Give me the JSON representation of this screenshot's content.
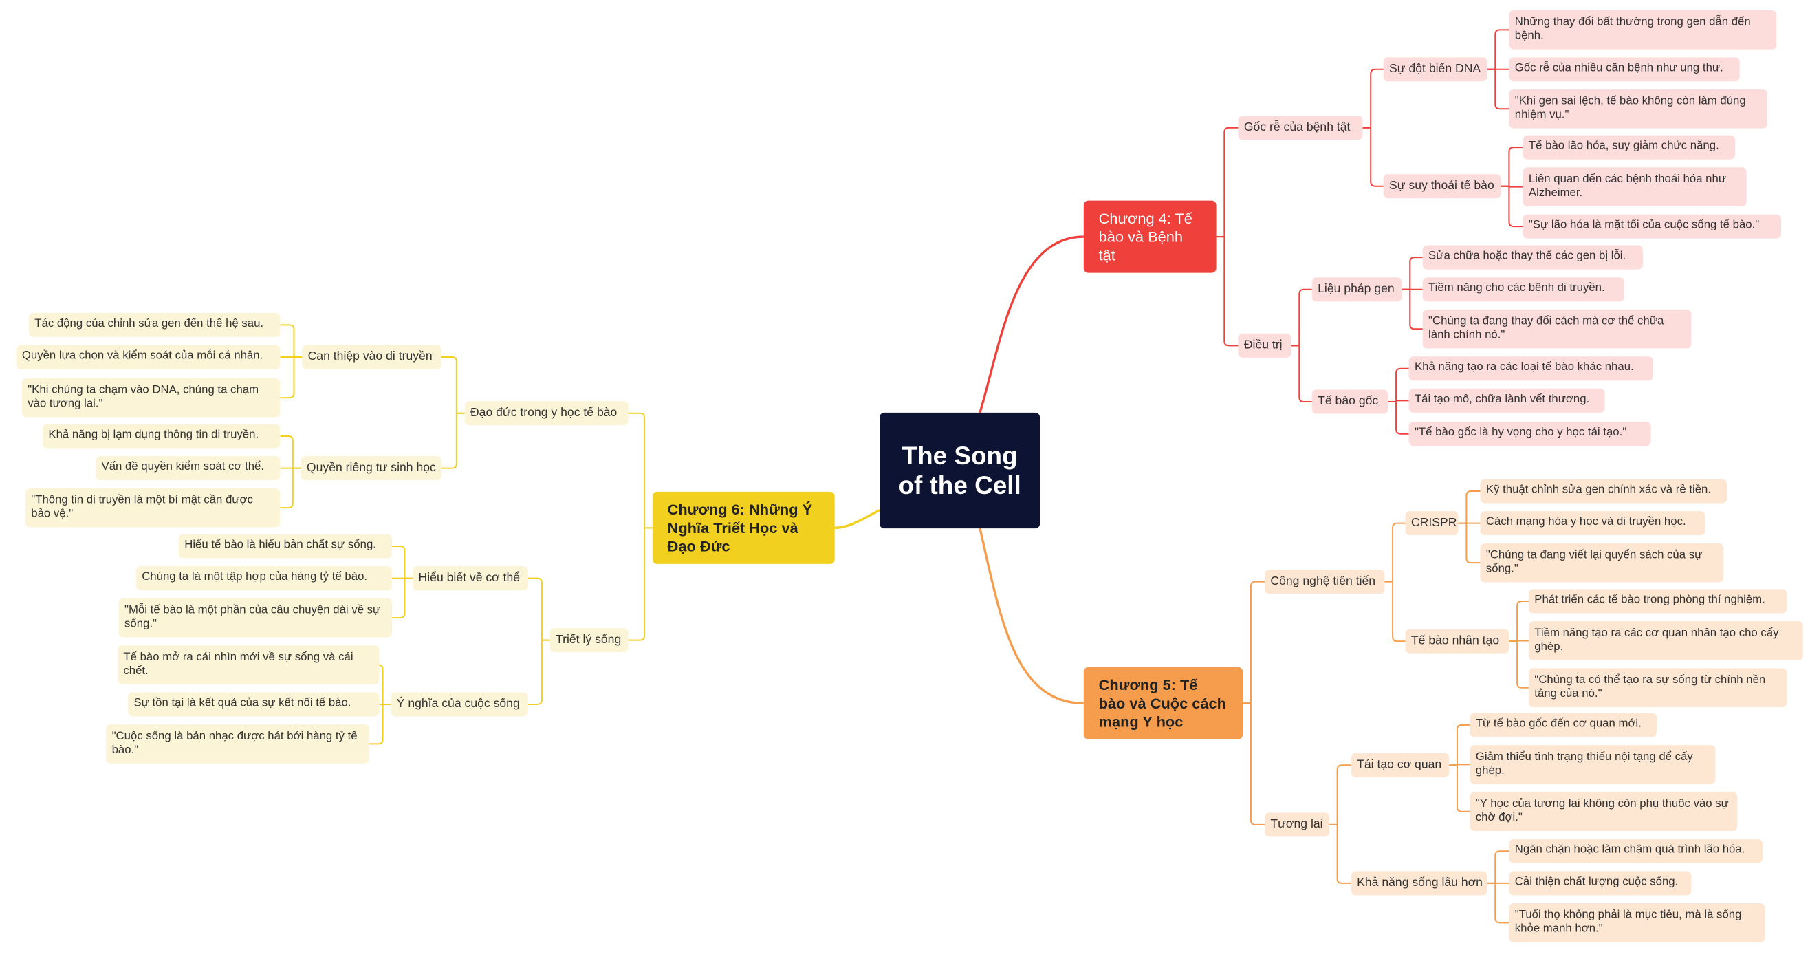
{
  "central": {
    "title": "The Song of the Cell"
  },
  "chapters": {
    "ch4": {
      "title": "Chương 4: Tế bào và Bệnh tật",
      "color": "#f0403b",
      "goc_re": {
        "label": "Gốc rễ của bệnh tật",
        "dot_bien": {
          "label": "Sự đột biến DNA",
          "leaves": [
            "Những thay đổi bất thường trong gen dẫn đến bệnh.",
            "Gốc rễ của nhiều căn bệnh như ung thư.",
            "\"Khi gen sai lệch, tế bào không còn làm đúng nhiệm vụ.\""
          ]
        },
        "suy_thoai": {
          "label": "Sự suy thoái tế bào",
          "leaves": [
            "Tế bào lão hóa, suy giảm chức năng.",
            "Liên quan đến các bệnh thoái hóa như Alzheimer.",
            "\"Sự lão hóa là mặt tối của cuộc sống tế bào.\""
          ]
        }
      },
      "dieu_tri": {
        "label": "Điều trị",
        "lieu_phap_gen": {
          "label": "Liệu pháp gen",
          "leaves": [
            "Sửa chữa hoặc thay thế các gen bị lỗi.",
            "Tiềm năng cho các bệnh di truyền.",
            "\"Chúng ta đang thay đổi cách mà cơ thể chữa lành chính nó.\""
          ]
        },
        "te_bao_goc": {
          "label": "Tế bào gốc",
          "leaves": [
            "Khả năng tạo ra các loại tế bào khác nhau.",
            "Tái tạo mô, chữa lành vết thương.",
            "\"Tế bào gốc là hy vọng cho y học tái tạo.\""
          ]
        }
      }
    },
    "ch5": {
      "title": "Chương 5: Tế bào và Cuộc cách mạng Y học",
      "color": "#f59d4d",
      "cong_nghe": {
        "label": "Công nghệ tiên tiến",
        "crispr": {
          "label": "CRISPR",
          "leaves": [
            "Kỹ thuật chỉnh sửa gen chính xác và rẻ tiền.",
            "Cách mạng hóa y học và di truyền học.",
            "\"Chúng ta đang viết lại quyển sách của sự sống.\""
          ]
        },
        "nhan_tao": {
          "label": "Tế bào nhân tạo",
          "leaves": [
            "Phát triển các tế bào trong phòng thí nghiệm.",
            "Tiềm năng tạo ra các cơ quan nhân tạo cho cấy ghép.",
            "\"Chúng ta có thể tạo ra sự sống từ chính nền tảng của nó.\""
          ]
        }
      },
      "tuong_lai": {
        "label": "Tương lai",
        "tai_tao": {
          "label": "Tái tạo cơ quan",
          "leaves": [
            "Từ tế bào gốc đến cơ quan mới.",
            "Giảm thiểu tình trạng thiếu nội tạng để cấy ghép.",
            "\"Y học của tương lai không còn phụ thuộc vào sự chờ đợi.\""
          ]
        },
        "song_lau": {
          "label": "Khả năng sống lâu hơn",
          "leaves": [
            "Ngăn chặn hoặc làm chậm quá trình lão hóa.",
            "Cải thiện chất lượng cuộc sống.",
            "\"Tuổi thọ không phải là mục tiêu, mà là sống khỏe mạnh hơn.\""
          ]
        }
      }
    },
    "ch6": {
      "title": "Chương 6: Những Ý Nghĩa Triết Học và Đạo Đức",
      "color": "#f1d020",
      "dao_duc": {
        "label": "Đạo đức trong y học tế bào",
        "can_thiep": {
          "label": "Can thiệp vào di truyền",
          "leaves": [
            "Tác động của chỉnh sửa gen đến thế hệ sau.",
            "Quyền lựa chọn và kiểm soát của mỗi cá nhân.",
            "\"Khi chúng ta chạm vào DNA, chúng ta chạm vào tương lai.\""
          ]
        },
        "rieng_tu": {
          "label": "Quyền riêng tư sinh học",
          "leaves": [
            "Khả năng bị lạm dụng thông tin di truyền.",
            "Vấn đề quyền kiểm soát cơ thể.",
            "\"Thông tin di truyền là một bí mật cần được bảo vệ.\""
          ]
        }
      },
      "triet_ly": {
        "label": "Triết lý sống",
        "hieu_biet": {
          "label": "Hiểu biết về cơ thể",
          "leaves": [
            "Hiểu tế bào là hiểu bản chất sự sống.",
            "Chúng ta là một tập hợp của hàng tỷ tế bào.",
            "\"Mỗi tế bào là một phần của câu chuyện dài về sự sống.\""
          ]
        },
        "y_nghia": {
          "label": "Ý nghĩa của cuộc sống",
          "leaves": [
            "Tế bào mở ra cái nhìn mới về sự sống và cái chết.",
            "Sự tồn tại là kết quả của sự kết nối tế bào.",
            "\"Cuộc sống là bản nhạc được hát bởi hàng tỷ tế bào.\""
          ]
        }
      }
    }
  }
}
